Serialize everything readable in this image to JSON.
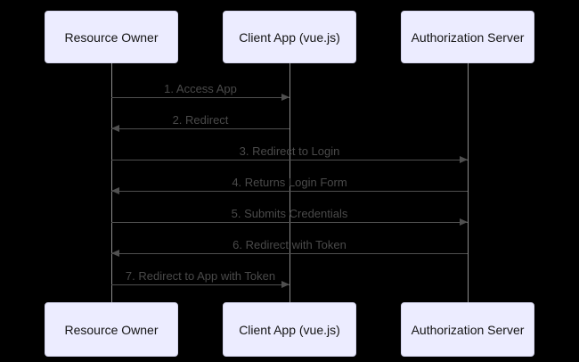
{
  "diagram": {
    "type": "sequence-diagram",
    "topic": "OAuth implicit flow",
    "actors": [
      {
        "id": "resource-owner",
        "label": "Resource Owner"
      },
      {
        "id": "client-app",
        "label": "Client App (vue.js)"
      },
      {
        "id": "auth-server",
        "label": "Authorization Server"
      }
    ],
    "messages": [
      {
        "label": "1. Access App",
        "from": "resource-owner",
        "to": "client-app",
        "direction": "right"
      },
      {
        "label": "2. Redirect",
        "from": "client-app",
        "to": "resource-owner",
        "direction": "left"
      },
      {
        "label": "3. Redirect to Login",
        "from": "resource-owner",
        "to": "auth-server",
        "direction": "right"
      },
      {
        "label": "4. Returns Login Form",
        "from": "auth-server",
        "to": "resource-owner",
        "direction": "left"
      },
      {
        "label": "5. Submits Credentials",
        "from": "resource-owner",
        "to": "auth-server",
        "direction": "right"
      },
      {
        "label": "6. Redirect with Token",
        "from": "auth-server",
        "to": "resource-owner",
        "direction": "left"
      },
      {
        "label": "7. Redirect to App with Token",
        "from": "resource-owner",
        "to": "client-app",
        "direction": "right"
      }
    ],
    "colors": {
      "background": "#000000",
      "actor_fill": "#ECECFF",
      "actor_border": "#D6D6EE",
      "actor_text": "#141414",
      "message_text": "#4A4A4A",
      "arrow": "#4F4F4F",
      "lifeline": "#8C8C8C"
    }
  }
}
